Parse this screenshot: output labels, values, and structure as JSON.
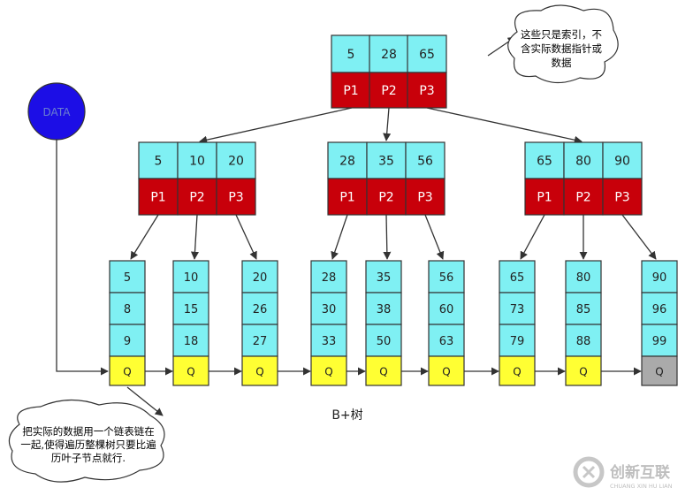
{
  "colors": {
    "key_fill": "#7ff0f3",
    "ptr_fill": "#c8000a",
    "q_fill": "#ffff33",
    "q_last_fill": "#aaaaaa",
    "data_fill": "#1c0ee6",
    "data_text": "#6b7fd0",
    "stroke": "#333333"
  },
  "root": {
    "keys": [
      "5",
      "28",
      "65"
    ],
    "pointers": [
      "P1",
      "P2",
      "P3"
    ]
  },
  "internal": [
    {
      "keys": [
        "5",
        "10",
        "20"
      ],
      "pointers": [
        "P1",
        "P2",
        "P3"
      ]
    },
    {
      "keys": [
        "28",
        "35",
        "56"
      ],
      "pointers": [
        "P1",
        "P2",
        "P3"
      ]
    },
    {
      "keys": [
        "65",
        "80",
        "90"
      ],
      "pointers": [
        "P1",
        "P2",
        "P3"
      ]
    }
  ],
  "leaves": [
    {
      "keys": [
        "5",
        "8",
        "9"
      ],
      "link": "Q"
    },
    {
      "keys": [
        "10",
        "15",
        "18"
      ],
      "link": "Q"
    },
    {
      "keys": [
        "20",
        "26",
        "27"
      ],
      "link": "Q"
    },
    {
      "keys": [
        "28",
        "30",
        "33"
      ],
      "link": "Q"
    },
    {
      "keys": [
        "35",
        "38",
        "50"
      ],
      "link": "Q"
    },
    {
      "keys": [
        "56",
        "60",
        "63"
      ],
      "link": "Q"
    },
    {
      "keys": [
        "65",
        "73",
        "79"
      ],
      "link": "Q"
    },
    {
      "keys": [
        "80",
        "85",
        "88"
      ],
      "link": "Q"
    },
    {
      "keys": [
        "90",
        "96",
        "99"
      ],
      "link": "Q"
    }
  ],
  "data_node": "DATA",
  "callout_index": [
    "这些只是索引，不",
    "含实际数据指针或",
    "数据"
  ],
  "callout_leaf": [
    "把实际的数据用一个链表链在",
    "一起,使得遍历整棵树只要比遍",
    "历叶子节点就行."
  ],
  "caption": "B+树",
  "watermark": {
    "name": "创新互联",
    "sub": "CHUANG XIN HU LIAN"
  }
}
